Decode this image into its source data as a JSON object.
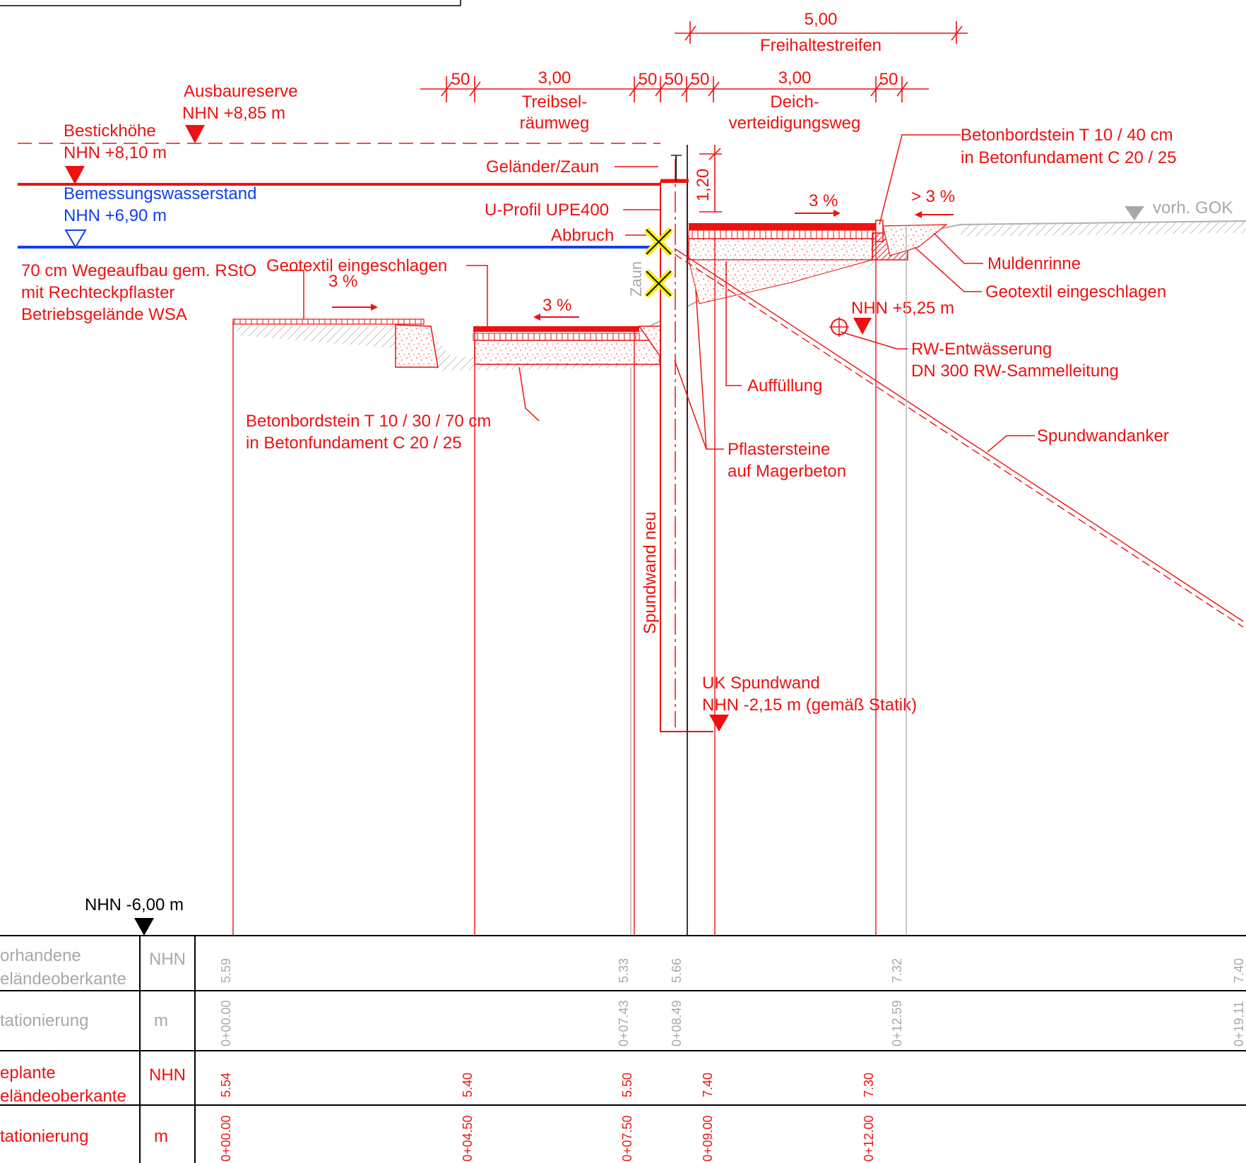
{
  "colors": {
    "accent": "#ee1111",
    "water": "#1040ee",
    "existing": "#a8a8a8",
    "frame": "#000000"
  },
  "dims": {
    "top_total": "5,00",
    "top_total_label": "Freihaltestreifen",
    "d50": "50",
    "treibsel_width": "3,00",
    "treibsel_label_1": "Treibsel-",
    "treibsel_label_2": "räumweg",
    "deich_width": "3,00",
    "deich_label_1": "Deich-",
    "deich_label_2": "verteidigungsweg",
    "fence_height": "1,20"
  },
  "levels": {
    "ausbau_1": "Ausbaureserve",
    "ausbau_2": "NHN +8,85 m",
    "bestick_1": "Bestickhöhe",
    "bestick_2": "NHN +8,10 m",
    "water_1": "Bemessungswasserstand",
    "water_2": "NHN +6,90 m",
    "nhn525": "NHN +5,25 m",
    "uk_1": "UK Spundwand",
    "uk_2": "NHN -2,15 m (gemäß Statik)",
    "gok": "vorh. GOK",
    "datum": "NHN -6,00 m"
  },
  "labels": {
    "gelaender": "Geländer/Zaun",
    "uprofil": "U-Profil UPE400",
    "abbruch": "Abbruch",
    "zaun": "Zaun",
    "geo_left": "Geotextil eingeschlagen",
    "wege_1": "70 cm Wegeaufbau gem. RStO",
    "wege_2": "mit Rechteckpflaster",
    "wege_3": "Betriebsgelände WSA",
    "slope_left": "3 %",
    "slope_mid": "3 %",
    "slope_deich": "3 %",
    "slope_right": "> 3 %",
    "bord_right_1": "Betonbordstein T 10 / 40 cm",
    "bord_right_2": "in Betonfundament C 20 / 25",
    "mulde": "Muldenrinne",
    "geo_right": "Geotextil eingeschlagen",
    "rw_1": "RW-Entwässerung",
    "rw_2": "DN 300 RW-Sammelleitung",
    "auffuellung": "Auffüllung",
    "bord_left_1": "Betonbordstein T 10 / 30 / 70 cm",
    "bord_left_2": "in Betonfundament C 20 / 25",
    "pflaster_1": "Pflastersteine",
    "pflaster_2": "auf Magerbeton",
    "anker": "Spundwandanker",
    "spundwand": "Spundwand neu"
  },
  "table": {
    "rows": [
      {
        "label_1": "orhandene",
        "label_2": "eländeoberkante",
        "unit": "NHN"
      },
      {
        "label_1": "tationierung",
        "label_2": "",
        "unit": "m"
      },
      {
        "label_1": "eplante",
        "label_2": "eländeoberkante",
        "unit": "NHN"
      },
      {
        "label_1": "tationierung",
        "label_2": "",
        "unit": "m"
      }
    ],
    "existing_heights": [
      "5.59",
      "5.33",
      "5.66",
      "7.32",
      "7.40"
    ],
    "existing_stations": [
      "0+00.00",
      "0+07.43",
      "0+08.49",
      "0+12.59",
      "0+19.11"
    ],
    "planned_heights": [
      "5.54",
      "5.40",
      "5.50",
      "7.40",
      "7.30"
    ],
    "planned_stations": [
      "0+00.00",
      "0+04.50",
      "0+07.50",
      "0+09.00",
      "0+12.00"
    ]
  }
}
